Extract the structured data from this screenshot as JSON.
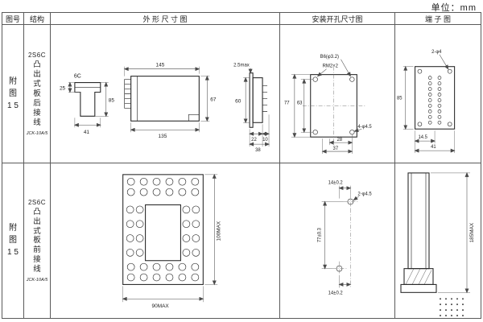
{
  "colors": {
    "border": "#5a5a5a",
    "line": "#2b2b2b",
    "text": "#1e1e1e",
    "bg": "#ffffff"
  },
  "unit_label": "单位：mm",
  "headers": {
    "fig_no": "图号",
    "structure": "结构",
    "outline": "外 形 尺 寸 图",
    "mounting": "安装开孔尺寸图",
    "terminal": "端 子 图"
  },
  "row1": {
    "fig": {
      "l1": "附",
      "l2": "图",
      "l3": "1 5"
    },
    "model": "2S6C",
    "structure": {
      "l1": "凸",
      "l2": "出",
      "l3": "式",
      "l4": "板",
      "l5": "后",
      "l6": "接",
      "l7": "线"
    },
    "code": "JCK-10A/5",
    "outline": {
      "side": "6C",
      "d25": "25",
      "d85": "85",
      "d41": "41",
      "d145": "145",
      "d135": "135",
      "d67": "67",
      "dmax": "2.5max",
      "d60": "60",
      "d22": "22",
      "d10": "10",
      "d38": "38"
    },
    "mounting": {
      "lbl1": "B6(φ3.2)",
      "lbl2": "RM2×2",
      "d77": "77",
      "d63": "63",
      "d28": "28",
      "d37": "37",
      "lbl3": "4-φ4.5"
    },
    "terminal": {
      "lbl": "2-φ4",
      "d85": "85",
      "d145": "14.5",
      "d41": "41"
    }
  },
  "row2": {
    "fig": {
      "l1": "附",
      "l2": "图",
      "l3": "1 5"
    },
    "model": "2S6C",
    "structure": {
      "l1": "凸",
      "l2": "出",
      "l3": "式",
      "l4": "板",
      "l5": "前",
      "l6": "接",
      "l7": "线"
    },
    "code": "JCK-10A/5",
    "outline": {
      "d100": "100MAX",
      "d90": "90MAX"
    },
    "mounting": {
      "d14t": "14±0.2",
      "lbl": "2-φ4.5",
      "d77": "77±0.3",
      "d14b": "14±0.2"
    },
    "terminal": {
      "d185": "185MAX"
    }
  }
}
